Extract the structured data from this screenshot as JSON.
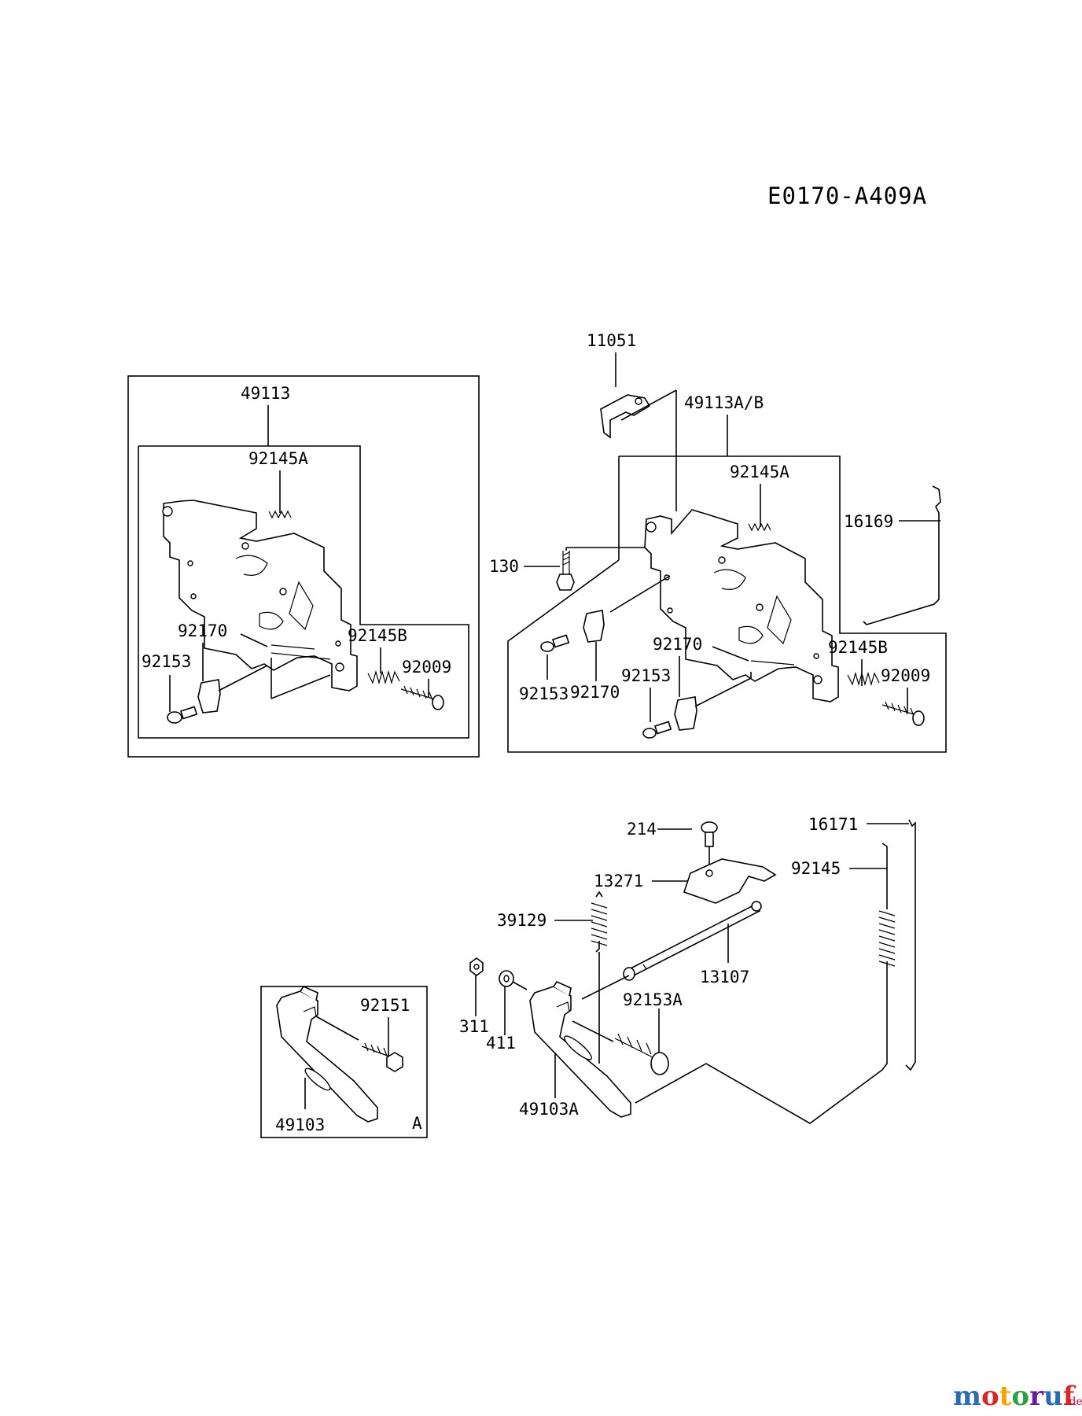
{
  "diagram_code": "E0170-A409A",
  "watermark": {
    "text": "motoruf",
    "suffix": ".de",
    "colors": [
      "#2b6cb0",
      "#d62828",
      "#f4a300",
      "#2f9e44",
      "#6a1b9a"
    ]
  },
  "left_panel": {
    "assembly": "49113",
    "spring_top": "92145A",
    "lever": "92170",
    "screw": "92153",
    "spring_side": "92145B",
    "bolt": "92009"
  },
  "right_panel": {
    "bracket": "11051",
    "assembly": "49113A/B",
    "spring_top": "92145A",
    "rod": "16169",
    "bolt_130": "130",
    "lever": "92170",
    "screw": "92153",
    "lever_lower": "92170",
    "screw_lower": "92153",
    "spring_side": "92145B",
    "bolt": "92009"
  },
  "lower_assembly": {
    "screw_214": "214",
    "rod_16171": "16171",
    "plate": "13271",
    "spring_92145": "92145",
    "spring_39129": "39129",
    "shaft": "13107",
    "nut": "311",
    "washer": "411",
    "bolt": "92153A",
    "lever": "49103A"
  },
  "inset_a": {
    "bolt": "92151",
    "lever": "49103",
    "tag": "A"
  }
}
